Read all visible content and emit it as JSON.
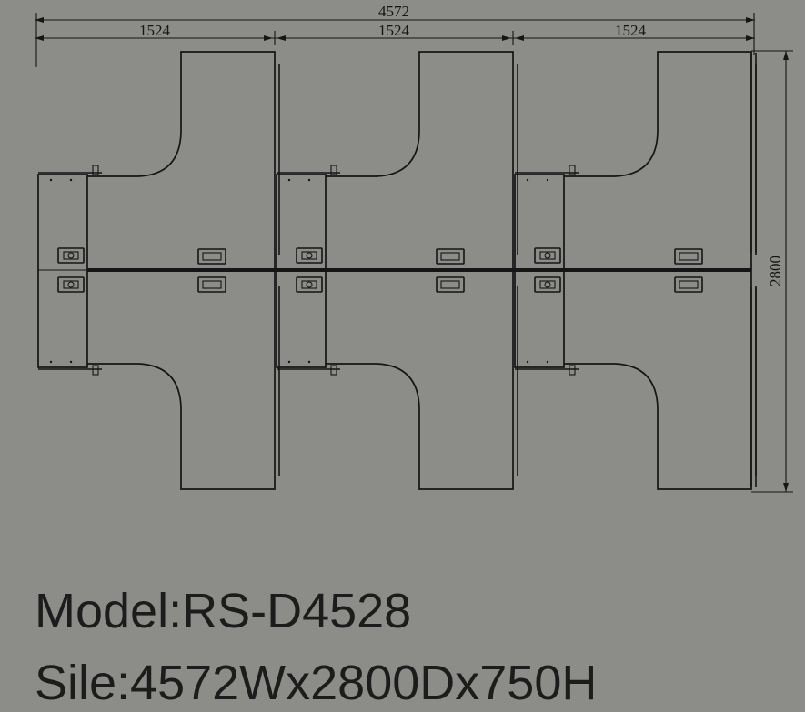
{
  "dimensions": {
    "total_width": "4572",
    "module_widths": [
      "1524",
      "1524",
      "1524"
    ],
    "depth": "2800"
  },
  "workstation_count": 3,
  "model_text": "Model:RS-D4528",
  "size_text": "Sile:4572Wx2800Dx750H"
}
